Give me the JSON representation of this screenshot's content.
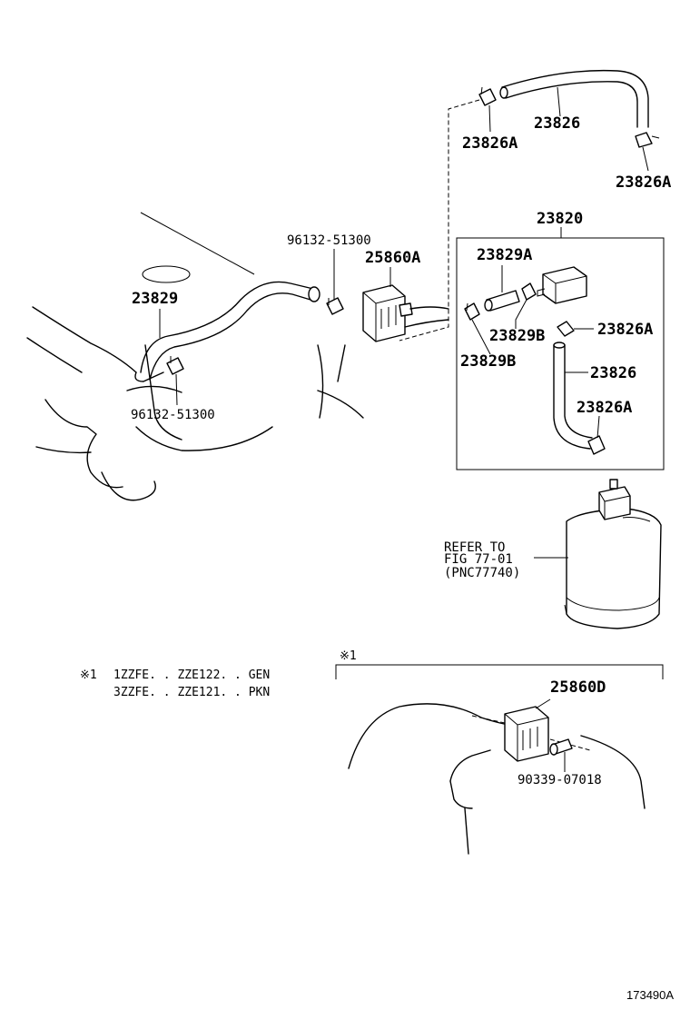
{
  "labels": {
    "hose_upper": "23826",
    "clamp_upper_left": "23826A",
    "clamp_upper_right": "23826A",
    "assembly": "23820",
    "hose_23829A": "23829A",
    "hose_23829": "23829",
    "vsv_25860A": "25860A",
    "clamp_96132_top": "96132-51300",
    "clamp_96132_bottom": "96132-51300",
    "clamp_23829B_a": "23829B",
    "clamp_23829B_b": "23829B",
    "clamp_right_mid": "23826A",
    "hose_lower": "23826",
    "clamp_lower": "23826A",
    "vsv_25860D": "25860D",
    "bolt_90339": "90339-07018"
  },
  "refer": {
    "line1": "REFER TO",
    "line2": "FIG 77-01",
    "line3": "(PNC77740)"
  },
  "note": {
    "mark": "※1",
    "line1": "1ZZFE. . ZZE122. . GEN",
    "line2": "3ZZFE. . ZZE121. . PKN",
    "inset_mark": "※1"
  },
  "figure_id": "173490A"
}
